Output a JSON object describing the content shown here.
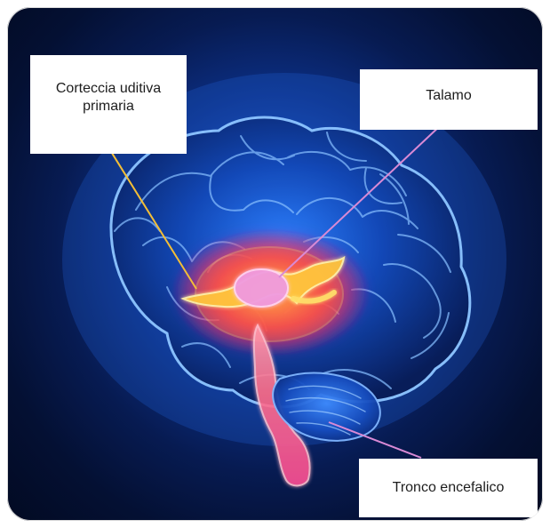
{
  "labels": {
    "primary_auditory_cortex": "Corteccia uditiva primaria",
    "thalamus": "Talamo",
    "brainstem": "Tronco encefalico"
  },
  "colors": {
    "background_dark": "#020a22",
    "background_glow": "#1f61d8",
    "brain_line": "#7fb5ff",
    "cortex_highlight": "#ffd34d",
    "thalamus_highlight": "#e98ad8",
    "core_glow": "#ff4d3d",
    "label_box": "#ffffff"
  }
}
